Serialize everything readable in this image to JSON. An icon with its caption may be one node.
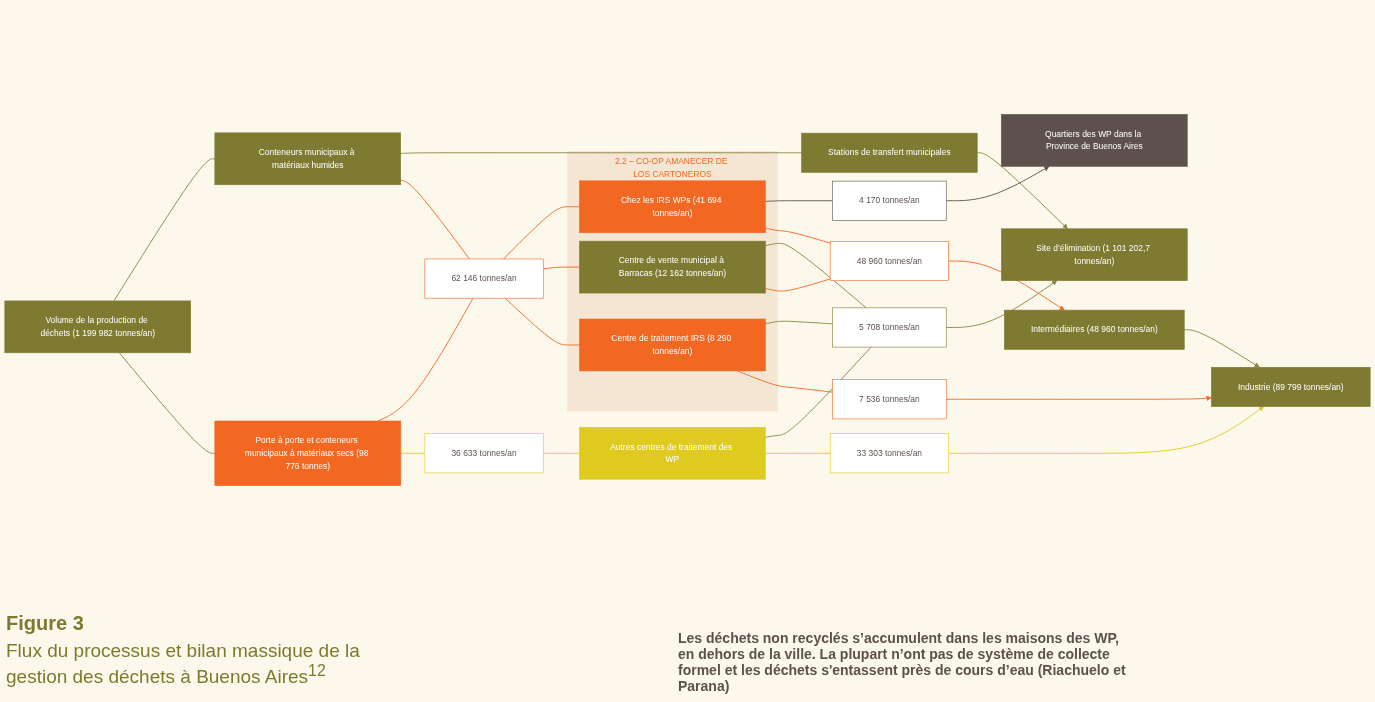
{
  "diagram": {
    "title": "Figure 3",
    "caption": "Flux du processus et bilan massique de la gestion des déchets à Buenos Aires$^{12}$",
    "nodes": [
      {
        "text": [
          "Volume de la production de déchets (1 199 982 tonnes/an)"
        ]
      },
      {
        "text": [
          "Conteneurs municipaux à matériaux humides"
        ]
      },
      {
        "text": [
          "Porte à porte et conteneurs municipaux à matériaux secs (98 776 tonnes)"
        ]
      },
      {
        "text": [
          "Stations de transfert municipales"
        ]
      },
      {
        "text": [
          "Site d’élimination (1 101 202,7 tonnes/an)"
        ]
      },
      {
        "text": [
          "5 708 tonnes/an"
        ]
      },
      {
        "text": [
          "62 146 tonnes/an"
        ]
      },
      {
        "text": [
          "2.2 – CO-OP AMANECER DE LOS CARTONEROS"
        ]
      },
      {
        "text": [
          "Chez les IRS WPs (41 694 tonnes/an)"
        ],
        "in": 7
      },
      {
        "text": [
          "Centre de vente municipal à Barracas (12 162 tonnes/an)"
        ],
        "in": 7
      },
      {
        "text": [
          "Centre de traitement IRS (8 290 tonnes/an)"
        ],
        "in": 7
      },
      {
        "text": [
          "4 170 tonnes/an"
        ]
      },
      {
        "text": [
          "48 960 tonnes/an"
        ]
      },
      {
        "text": [
          "Intermédiaires (48 960 tonnes/an)"
        ]
      },
      {
        "text": [
          "7 536 tonnes/an"
        ]
      },
      {
        "text": [
          "36 633 tonnes/an"
        ]
      },
      {
        "text": [
          "Autres centres de traitement des WP"
        ]
      },
      {
        "text": [
          "33 303 tonnes/an"
        ]
      },
      {
        "text": [
          "Industrie (89 799 tonnes/an)"
        ]
      },
      {
        "text": [
          "Quartiers des WP dans la Province de Buenos Aires"
        ]
      }
    ],
    "edges": [
      {
        "from": 0,
        "to": 1,
        "arrow": "none",
        "color": "#8a8540"
      },
      {
        "from": 0,
        "to": 2,
        "arrow": "none",
        "color": "#8a8540"
      },
      {
        "from": 1,
        "to": 3,
        "arrow": "none",
        "color": "#8a8540"
      },
      {
        "from": 3,
        "to": 4,
        "arrow": "to",
        "color": "#8a8540"
      },
      {
        "from": 1,
        "to": 6,
        "arrow": "none"
      },
      {
        "from": 2,
        "to": 6,
        "arrow": "none"
      },
      {
        "from": 2,
        "to": 15,
        "arrow": "none",
        "color": "#dfca20"
      },
      {
        "from": 6,
        "to": 8,
        "arrow": "none"
      },
      {
        "from": 6,
        "to": 9,
        "arrow": "none"
      },
      {
        "from": 6,
        "to": 10,
        "arrow": "none"
      },
      {
        "from": 9,
        "to": 5,
        "arrow": "none",
        "color": "#8a8540"
      },
      {
        "from": 10,
        "to": 5,
        "arrow": "none",
        "color": "#8a8540"
      },
      {
        "from": 16,
        "to": 5,
        "arrow": "none",
        "color": "#8a8540"
      },
      {
        "from": 5,
        "to": 4,
        "arrow": "to",
        "color": "#8a8540"
      },
      {
        "from": 8,
        "to": 11,
        "arrow": "none",
        "color": "#5e514d"
      },
      {
        "from": 11,
        "to": 19,
        "arrow": "to",
        "color": "#5e514d"
      },
      {
        "from": 8,
        "to": 12,
        "arrow": "none"
      },
      {
        "from": 9,
        "to": 12,
        "arrow": "none"
      },
      {
        "from": 12,
        "to": 13,
        "arrow": "to"
      },
      {
        "from": 10,
        "to": 14,
        "arrow": "none"
      },
      {
        "from": 14,
        "to": 18,
        "arrow": "to"
      },
      {
        "from": 13,
        "to": 18,
        "arrow": "to",
        "color": "#8a8540"
      },
      {
        "from": 15,
        "to": 16,
        "arrow": "none",
        "color": "#dfca20"
      },
      {
        "from": 16,
        "to": 17,
        "arrow": "none",
        "color": "#dfca20"
      },
      {
        "from": 17,
        "to": 18,
        "arrow": "to",
        "color": "#dfca20"
      }
    ],
    "labels": [
      "Les déchets non recyclés s’accumulent dans les maisons des WP, en dehors de la ville. La plupart n’ont pas de système de collecte formel et les déchets s'entassent près de cours d’eau (Riachuelo et Parana)"
    ]
  }
}
